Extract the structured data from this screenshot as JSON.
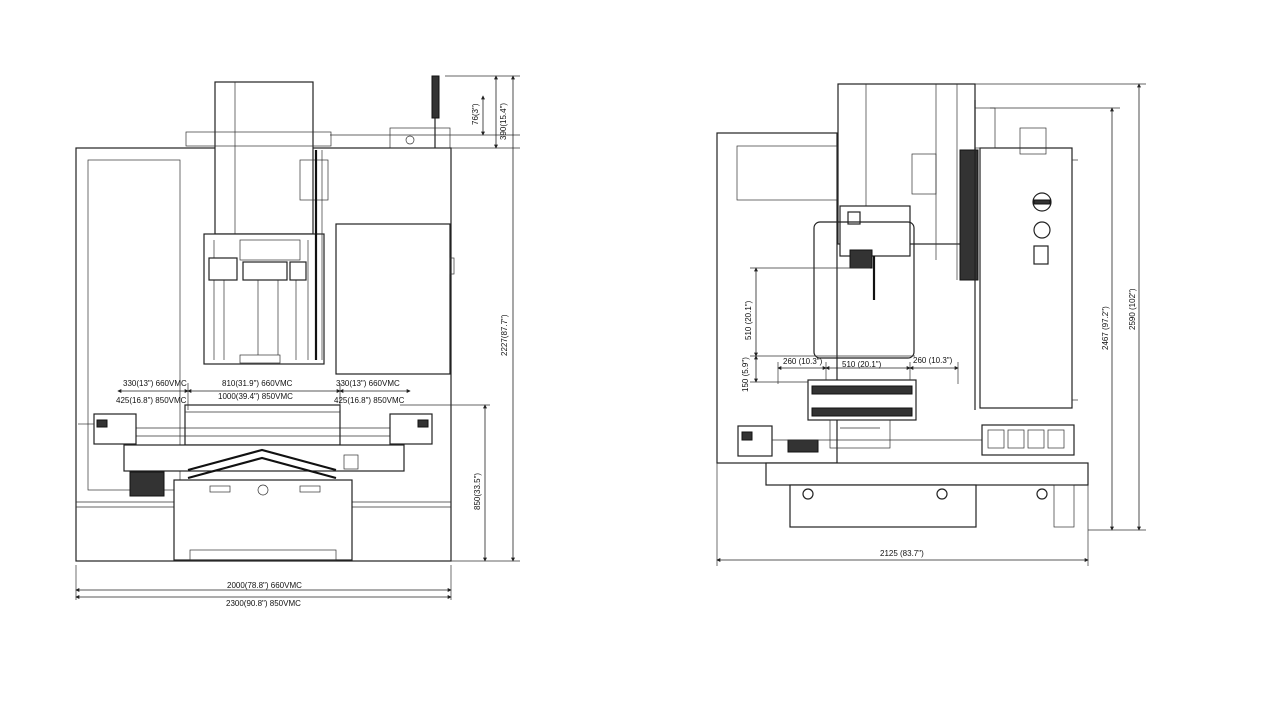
{
  "front_view": {
    "dims": {
      "d76": "76(3\")",
      "d390": "390(15.4\")",
      "d2227": "2227(87.7\")",
      "d850": "850(33.5\")",
      "travel_330_left": "330(13\") 660VMC",
      "travel_425_left": "425(16.8\") 850VMC",
      "travel_810": "810(31.9\") 660VMC",
      "travel_1000": "1000(39.4\") 850VMC",
      "travel_330_right": "330(13\") 660VMC",
      "travel_425_right": "425(16.8\") 850VMC",
      "width_2000": "2000(78.8\") 660VMC",
      "width_2300": "2300(90.8\") 850VMC"
    }
  },
  "side_view": {
    "dims": {
      "d510_v": "510 (20.1\")",
      "d150_v": "150 (5.9\")",
      "d260_left": "260 (10.3\")",
      "d510_h": "510 (20.1\")",
      "d260_right": "260 (10.3\")",
      "d2467": "2467 (97.2\")",
      "d2590": "2590 (102\")",
      "d2125": "2125 (83.7\")"
    }
  }
}
